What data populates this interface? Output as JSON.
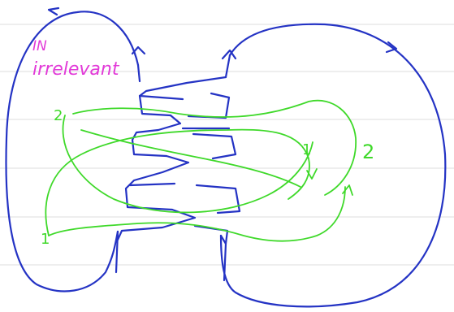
{
  "annotation": {
    "line1": "IN",
    "line2": "irrelevant",
    "color": "#e23ad8"
  },
  "labels": {
    "left_component": "1",
    "right_component": "2",
    "inner_left": "2",
    "inner_right": "1"
  },
  "colors": {
    "knot": "#2433c4",
    "loops": "#3fd92a",
    "rule_lines": "#dcdcdc"
  }
}
